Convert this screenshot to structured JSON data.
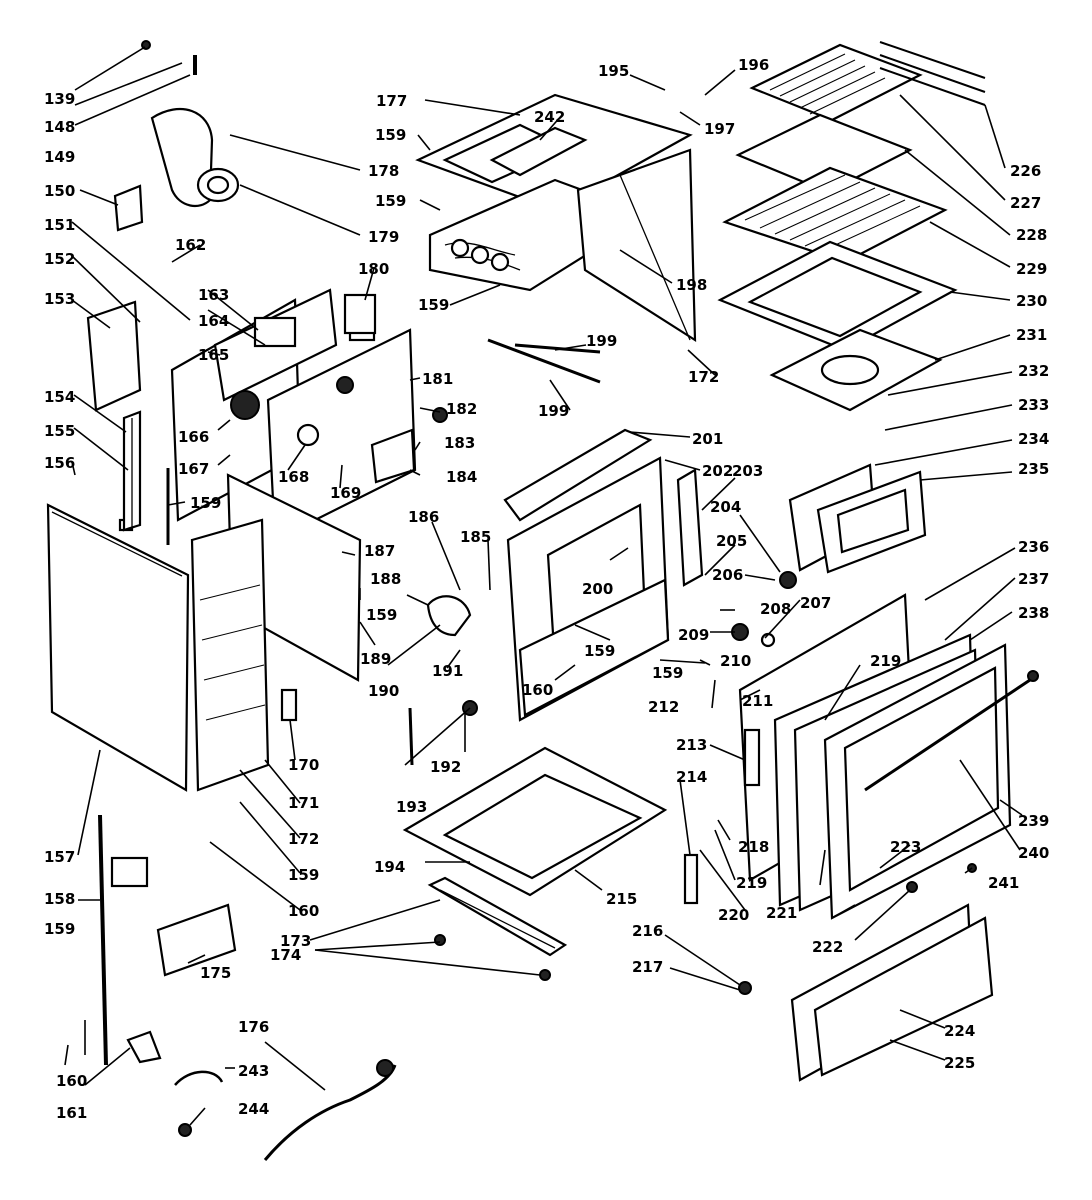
{
  "diagram": {
    "labels": [
      "139",
      "148",
      "149",
      "150",
      "151",
      "152",
      "153",
      "154",
      "155",
      "156",
      "157",
      "158",
      "159",
      "160",
      "161",
      "162",
      "163",
      "164",
      "165",
      "166",
      "167",
      "168",
      "169",
      "170",
      "171",
      "172",
      "173",
      "174",
      "175",
      "176",
      "177",
      "178",
      "179",
      "180",
      "181",
      "182",
      "183",
      "184",
      "185",
      "186",
      "187",
      "188",
      "189",
      "190",
      "191",
      "192",
      "193",
      "194",
      "195",
      "196",
      "197",
      "198",
      "199",
      "200",
      "201",
      "202",
      "203",
      "204",
      "205",
      "206",
      "207",
      "208",
      "209",
      "210",
      "211",
      "212",
      "213",
      "214",
      "215",
      "216",
      "217",
      "218",
      "219",
      "220",
      "221",
      "222",
      "223",
      "224",
      "225",
      "226",
      "227",
      "228",
      "229",
      "230",
      "231",
      "232",
      "233",
      "234",
      "235",
      "236",
      "237",
      "238",
      "239",
      "240",
      "241",
      "242",
      "243",
      "244"
    ]
  }
}
